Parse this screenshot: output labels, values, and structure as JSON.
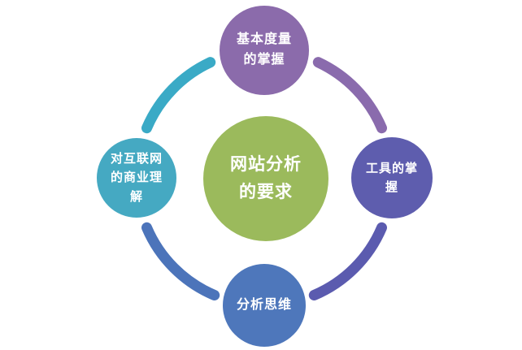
{
  "diagram": {
    "center": {
      "lines": [
        "网站分析",
        "的要求"
      ],
      "color": "#9bba5c"
    },
    "nodes": {
      "top": {
        "lines": [
          "基本度量",
          "的掌握"
        ],
        "color": "#8b6bab"
      },
      "right": {
        "lines": [
          "工具的掌",
          "握"
        ],
        "color": "#5e5dae"
      },
      "bottom": {
        "lines": [
          "分析思维"
        ],
        "color": "#4e77bb"
      },
      "left": {
        "lines": [
          "对互联网",
          "的商业理",
          "解"
        ],
        "color": "#45a9c2"
      }
    },
    "arcs": {
      "top_left": "#3aaac6",
      "top_right": "#8a6bad",
      "bottom_right": "#5b5baf",
      "bottom_left": "#4c74ba"
    }
  }
}
